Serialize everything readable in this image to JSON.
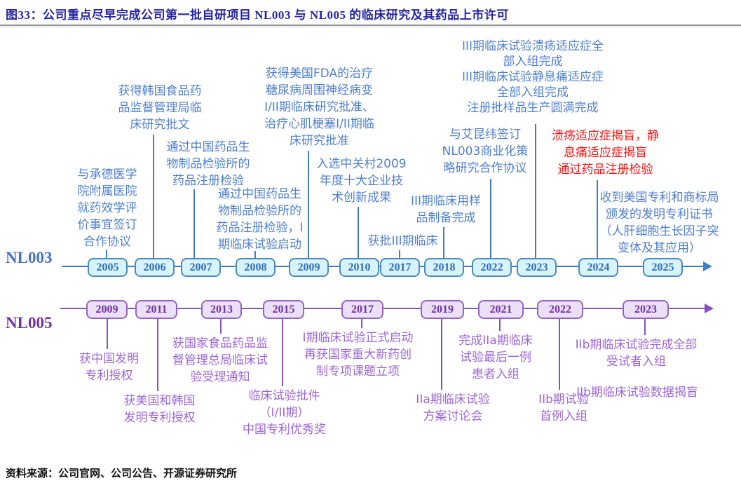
{
  "title": "图33：公司重点尽早完成公司第一批自研项目 NL003 与 NL005 的临床研究及其药品上市许可",
  "source_note": "资料来源：公司官网、公司公告、开源证券研究所",
  "colors": {
    "title_navy": "#2525a5",
    "nl003_axis": "#3f7fc1",
    "nl003_annotation": "#4e7fce",
    "nl003_box_fill": "#d7f3fc",
    "nl003_box_border": "#4a8ac4",
    "nl003_label": "#4472c4",
    "nl005_axis": "#8a50be",
    "nl005_annotation": "#9b66d4",
    "nl005_box_fill": "#ecdff8",
    "nl005_box_border": "#9663c5",
    "nl005_label": "#7330a2",
    "highlight_red": "#ee1515"
  },
  "nl003": {
    "label": "NL003",
    "years": [
      "2005",
      "2006",
      "2007",
      "2008",
      "2009",
      "2010",
      "2017",
      "2018",
      "2022",
      "2023",
      "2024",
      "2025"
    ],
    "annotations": [
      {
        "year": "2005",
        "text": "与承德医学\n院附属医院\n就药效学评\n价事宜签订\n合作协议"
      },
      {
        "year": "2006",
        "text": "获得韩国食品药\n品监督管理局临\n床研究批文"
      },
      {
        "year": "2007",
        "text": "通过中国药品生\n物制品检验所的\n药品注册检验"
      },
      {
        "year": "2008",
        "text": "通过中国药品生\n物制品检验所的\n药品注册检验，I\n期临床试验启动"
      },
      {
        "year": "2009",
        "text": "获得美国FDA的治疗\n糖尿病周围神经病变\nI/II期临床研究批准、\n治疗心肌梗塞I/II期临\n床研究批准"
      },
      {
        "year": "2010",
        "text": "入选中关村2009\n年度十大企业技\n术创新成果"
      },
      {
        "year": "2017",
        "text": "获批III期临床"
      },
      {
        "year": "2018",
        "text": "III期临床用样\n品制备完成"
      },
      {
        "year": "2022",
        "text": "与艾昆纬签订\nNL003商业化策\n略研究合作协议"
      },
      {
        "year": "2023",
        "text": "III期临床试验溃疡适应症全\n部入组完成\nIII期临床试验静息痛适应症\n全部入组完成\n注册批样品生产圆满完成"
      },
      {
        "year": "2024",
        "emphasis": "red",
        "text": "溃疡适应症揭盲，静\n息痛适应症揭盲\n通过药品注册检验"
      },
      {
        "year": "2024",
        "text": "收到美国专利和商标局\n颁发的发明专利证书\n（人肝细胞生长因子突\n变体及其应用）"
      }
    ]
  },
  "nl005": {
    "label": "NL005",
    "years": [
      "2009",
      "2011",
      "2013",
      "2015",
      "2017",
      "2019",
      "2021",
      "2022",
      "2023"
    ],
    "annotations": [
      {
        "year": "2009",
        "text": "获中国发明\n专利授权"
      },
      {
        "year": "2011",
        "text": "获美国和韩国\n发明专利授权"
      },
      {
        "year": "2013",
        "text": "获国家食品药品监\n督管理总局临床试\n验受理通知"
      },
      {
        "year": "2015",
        "text": "临床试验批件\n（I/II期）\n中国专利优秀奖"
      },
      {
        "year": "2017",
        "text": "I期临床试验正式启动\n再获国家重大新药创\n制专项课题立项"
      },
      {
        "year": "2019",
        "text": "IIa期临床试验\n方案讨论会"
      },
      {
        "year": "2021",
        "text": "完成IIa期临床\n试验最后一例\n患者入组"
      },
      {
        "year": "2022",
        "text": "IIb期试验\n首例入组"
      },
      {
        "year": "2023",
        "text": "IIb期临床试验完成全部\n受试者入组"
      },
      {
        "year": "2023",
        "text": "IIb期临床试验数据揭盲"
      }
    ]
  }
}
